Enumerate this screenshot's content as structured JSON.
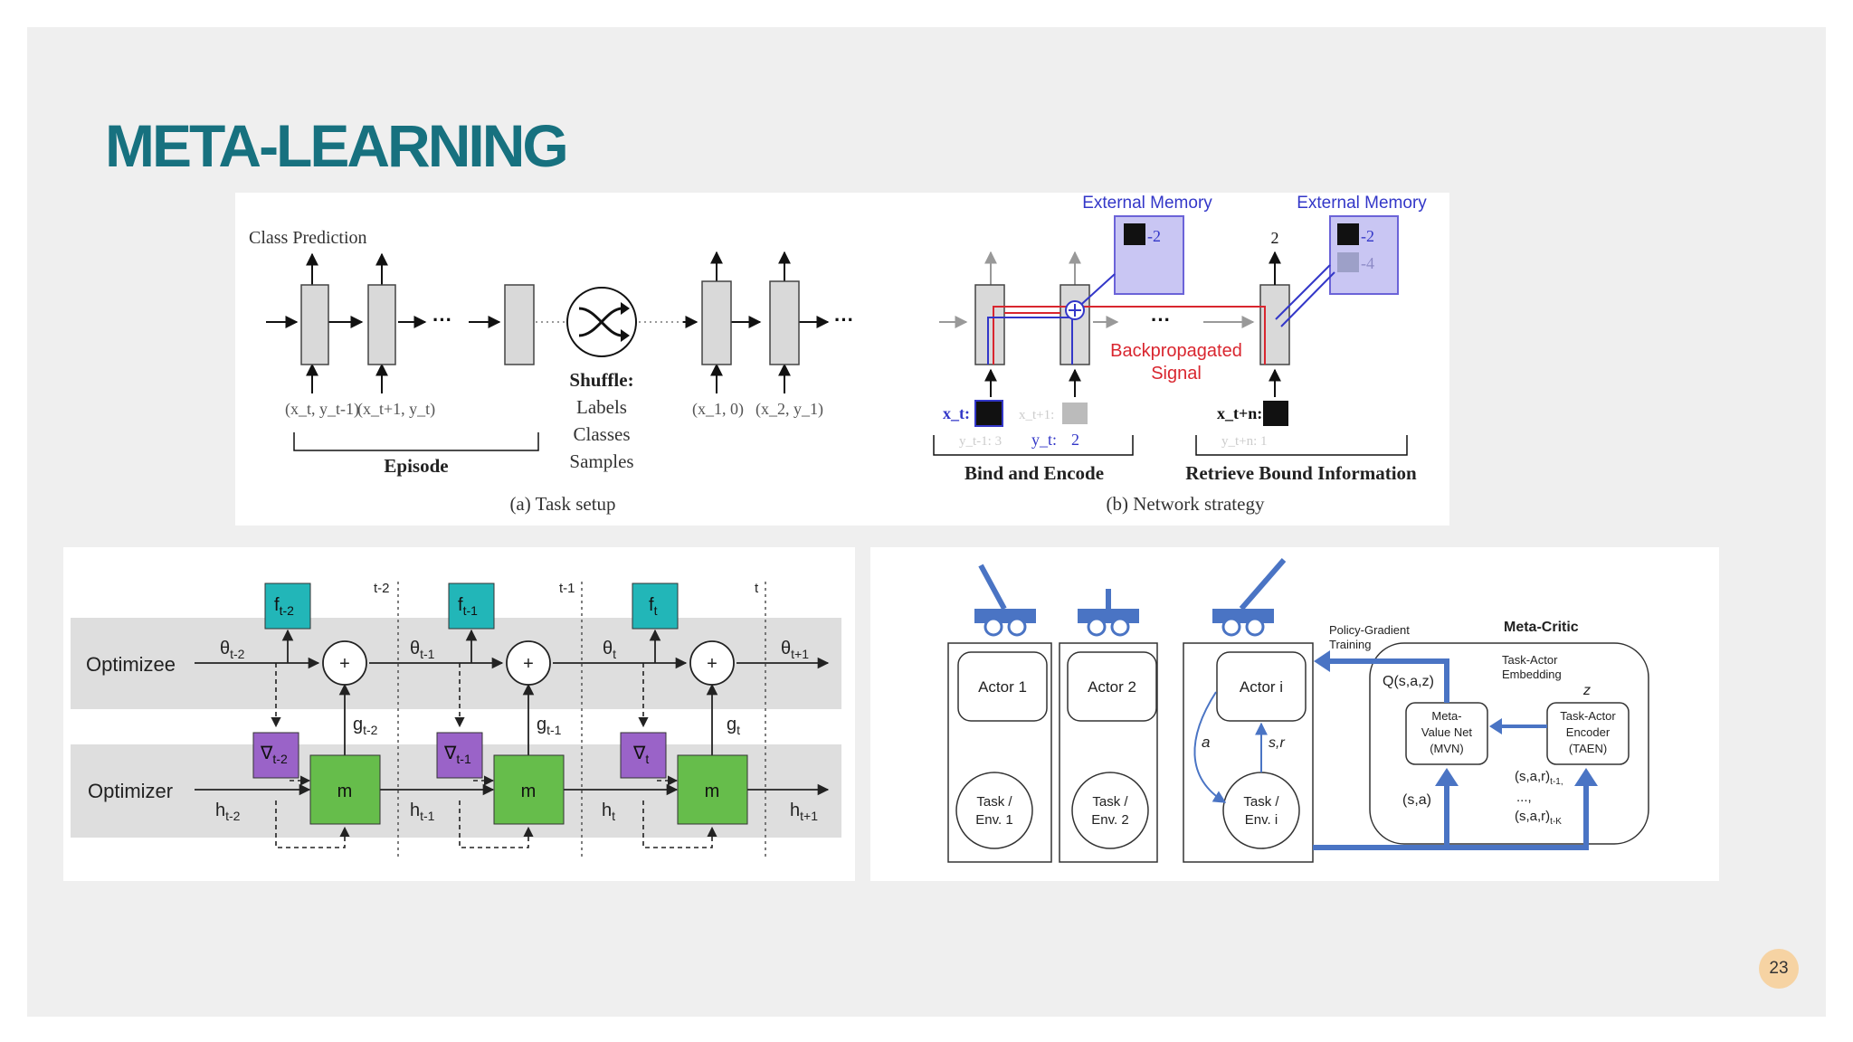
{
  "slide": {
    "title": "META-LEARNING",
    "page_number": "23"
  },
  "fig_mann": {
    "class_prediction": "Class Prediction",
    "input_left_1": "(x_t, y_t-1)",
    "input_left_2": "(x_t+1, y_t)",
    "episode_label": "Episode",
    "shuffle_title": "Shuffle:",
    "shuffle_items": [
      "Labels",
      "Classes",
      "Samples"
    ],
    "input_right_1": "(x_1, 0)",
    "input_right_2": "(x_2, y_1)",
    "caption_a": "(a) Task setup",
    "external_memory_1": "External Memory",
    "external_memory_2": "External Memory",
    "mem1_value": "-2",
    "mem2_value_1": "-2",
    "mem2_value_2": "-4",
    "top_label_2": "2",
    "backprop_line1": "Backpropagated",
    "backprop_line2": "Signal",
    "x_t_label": "x_t:",
    "x_t1_label": "x_t+1:",
    "y_t1_label": "y_t-1: 3",
    "y_t_label": "y_t:",
    "y_t_value": "2",
    "x_tn_label": "x_t+n:",
    "y_tn_label": "y_t+n: 1",
    "bind_encode": "Bind and Encode",
    "retrieve": "Retrieve Bound Information",
    "caption_b": "(b) Network strategy",
    "colors": {
      "memory_fill": "#c9c6f3",
      "memory_stroke": "#6b63d8",
      "red": "#d9262f",
      "blue": "#3337c8"
    }
  },
  "fig_l2l": {
    "optimizee_label": "Optimizee",
    "optimizer_label": "Optimizer",
    "f_labels": [
      "f",
      "f",
      "f"
    ],
    "f_subs": [
      "t-2",
      "t-1",
      "t"
    ],
    "grad_labels": [
      "∇",
      "∇",
      "∇"
    ],
    "grad_subs": [
      "t-2",
      "t-1",
      "t"
    ],
    "m_label": "m",
    "plus_label": "+",
    "theta_labels": [
      "θ",
      "θ",
      "θ",
      "θ"
    ],
    "theta_subs": [
      "t-2",
      "t-1",
      "t",
      "t+1"
    ],
    "g_labels": [
      "g",
      "g",
      "g"
    ],
    "g_subs": [
      "t-2",
      "t-1",
      "t"
    ],
    "h_labels": [
      "h",
      "h",
      "h",
      "h"
    ],
    "h_subs": [
      "t-2",
      "t-1",
      "t",
      "t+1"
    ],
    "time_labels": [
      "t-2",
      "t-1",
      "t"
    ],
    "colors": {
      "f_box": "#22b6b8",
      "grad_box": "#9a63c8",
      "m_box": "#66bd4b",
      "band": "#dedede"
    }
  },
  "fig_metacritic": {
    "actor_labels": [
      "Actor 1",
      "Actor 2",
      "Actor i"
    ],
    "task_labels_line1": [
      "Task /",
      "Task /",
      "Task /"
    ],
    "task_labels_line2": [
      "Env. 1",
      "Env. 2",
      "Env. i"
    ],
    "a_label": "a",
    "sr_label": "s,r",
    "policy_gradient_line1": "Policy-Gradient",
    "policy_gradient_line2": "Training",
    "meta_critic": "Meta-Critic",
    "q_label": "Q(s,a,z)",
    "task_actor_embedding_line1": "Task-Actor",
    "task_actor_embedding_line2": "Embedding",
    "z_label": "z",
    "mvn_lines": [
      "Meta-",
      "Value Net",
      "(MVN)"
    ],
    "taen_lines": [
      "Task-Actor",
      "Encoder",
      "(TAEN)"
    ],
    "sa_label": "(s,a)",
    "sar_1": "(s,a,r)",
    "sar_1_sub": "t-1,",
    "sar_dots": "...,",
    "sar_k": "(s,a,r)",
    "sar_k_sub": "t-K",
    "colors": {
      "arrow_blue": "#4a74c4",
      "cart_blue": "#4a74c4"
    }
  }
}
